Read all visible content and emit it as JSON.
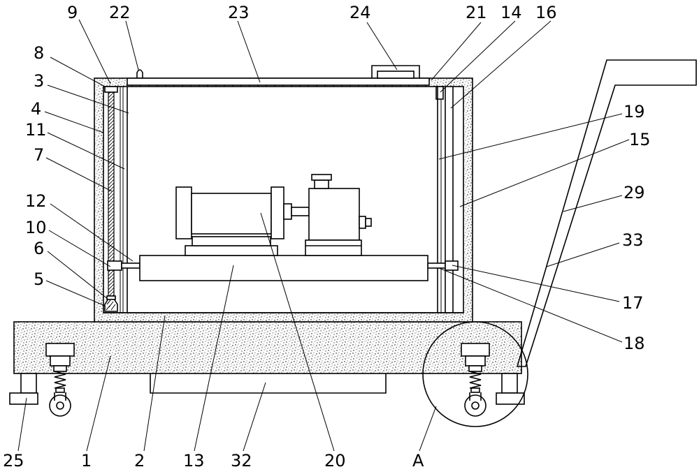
{
  "labels": {
    "l1": "1",
    "l2": "2",
    "l3": "3",
    "l4": "4",
    "l5": "5",
    "l6": "6",
    "l7": "7",
    "l8": "8",
    "l9": "9",
    "l10": "10",
    "l11": "11",
    "l12": "12",
    "l13": "13",
    "l14": "14",
    "l15": "15",
    "l16": "16",
    "l17": "17",
    "l18": "18",
    "l19": "19",
    "l20": "20",
    "l21": "21",
    "l22": "22",
    "l23": "23",
    "l24": "24",
    "l25": "25",
    "l29": "29",
    "l32": "32",
    "l33": "33",
    "lA": "A"
  }
}
